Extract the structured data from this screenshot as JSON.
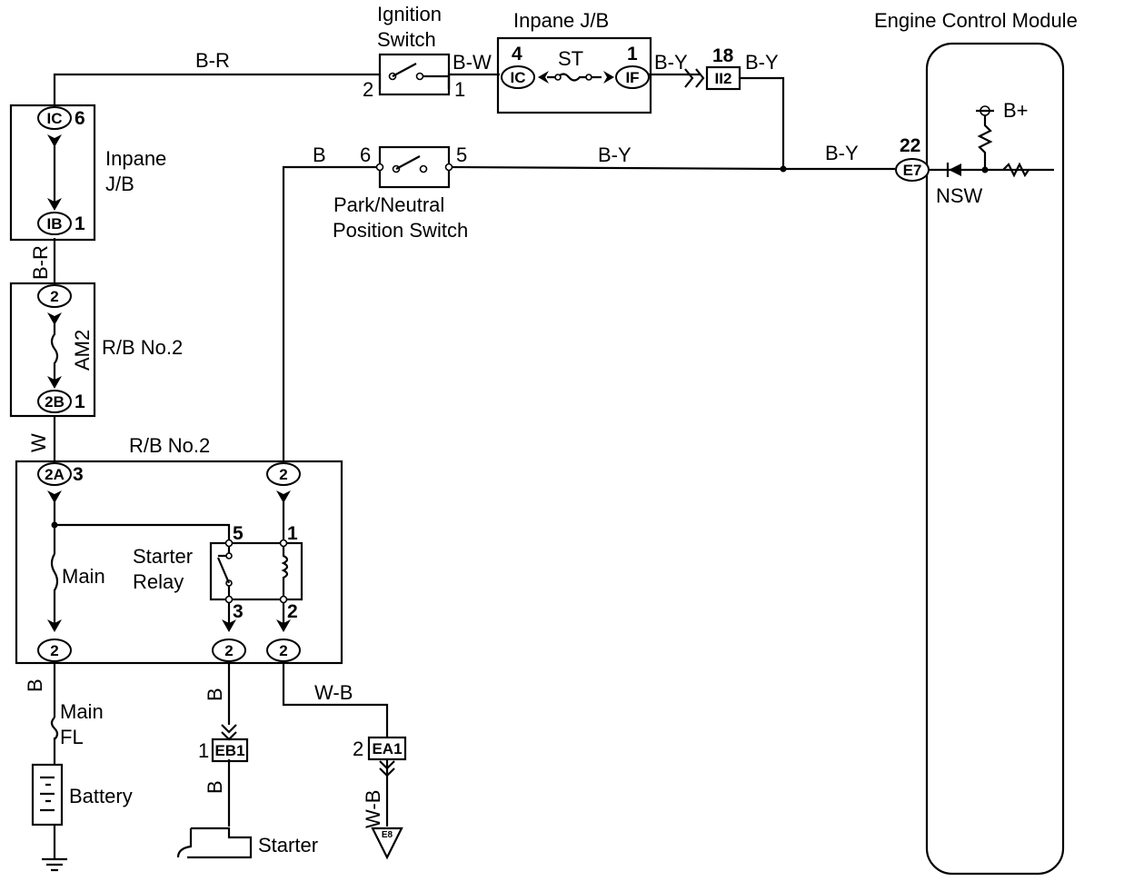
{
  "components": {
    "ignition_switch": {
      "line1": "Ignition",
      "line2": "Switch",
      "pin_left": "2",
      "pin_right": "1"
    },
    "inpane_jb_top": {
      "title": "Inpane J/B",
      "fuse": "ST",
      "pin_left_num": "4",
      "pin_left_conn": "IC",
      "pin_right_num": "1",
      "pin_right_conn": "IF"
    },
    "connector_ii2": {
      "num": "18",
      "label": "II2"
    },
    "ecm": {
      "title": "Engine Control Module",
      "pin_num": "22",
      "pin_conn": "E7",
      "terminal": "NSW",
      "supply": "B+"
    },
    "inpane_jb_left": {
      "line1": "Inpane",
      "line2": "J/B",
      "top_conn": "IC",
      "top_num": "6",
      "bottom_conn": "IB",
      "bottom_num": "1"
    },
    "rb_no2_fuse": {
      "label": "R/B No.2",
      "fuse": "AM2",
      "top_conn": "2",
      "bottom_conn": "2B",
      "bottom_num": "1"
    },
    "park_neutral_switch": {
      "line1": "Park/Neutral",
      "line2": "Position Switch",
      "pin_left": "6",
      "pin_right": "5"
    },
    "rb_no2_relay": {
      "label": "R/B No.2",
      "conn_2a": "2A",
      "conn_2a_num": "3",
      "conn_top_right": "2",
      "main_fuse": "Main",
      "relay_line1": "Starter",
      "relay_line2": "Relay",
      "relay_pin_5": "5",
      "relay_pin_1": "1",
      "relay_pin_3": "3",
      "relay_pin_2": "2",
      "bottom_left_conn": "2",
      "bottom_mid_conn": "2",
      "bottom_right_conn": "2"
    },
    "main_fl": {
      "line1": "Main",
      "line2": "FL"
    },
    "battery": {
      "label": "Battery"
    },
    "starter": {
      "label": "Starter"
    },
    "connector_eb1": {
      "num": "1",
      "label": "EB1"
    },
    "connector_ea1": {
      "num": "2",
      "label": "EA1"
    },
    "ground_e8": {
      "label": "E8"
    }
  },
  "wires": {
    "br_top": "B-R",
    "br_vertical": "B-R",
    "bw": "B-W",
    "by_jb": "B-Y",
    "by_after_connector": "B-Y",
    "by_switch": "B-Y",
    "by_ecm": "B-Y",
    "b_switch": "B",
    "w_vertical": "W",
    "b_battery": "B",
    "b_starter_1": "B",
    "b_starter_2": "B",
    "wb_horizontal": "W-B",
    "wb_vertical": "W-B"
  }
}
